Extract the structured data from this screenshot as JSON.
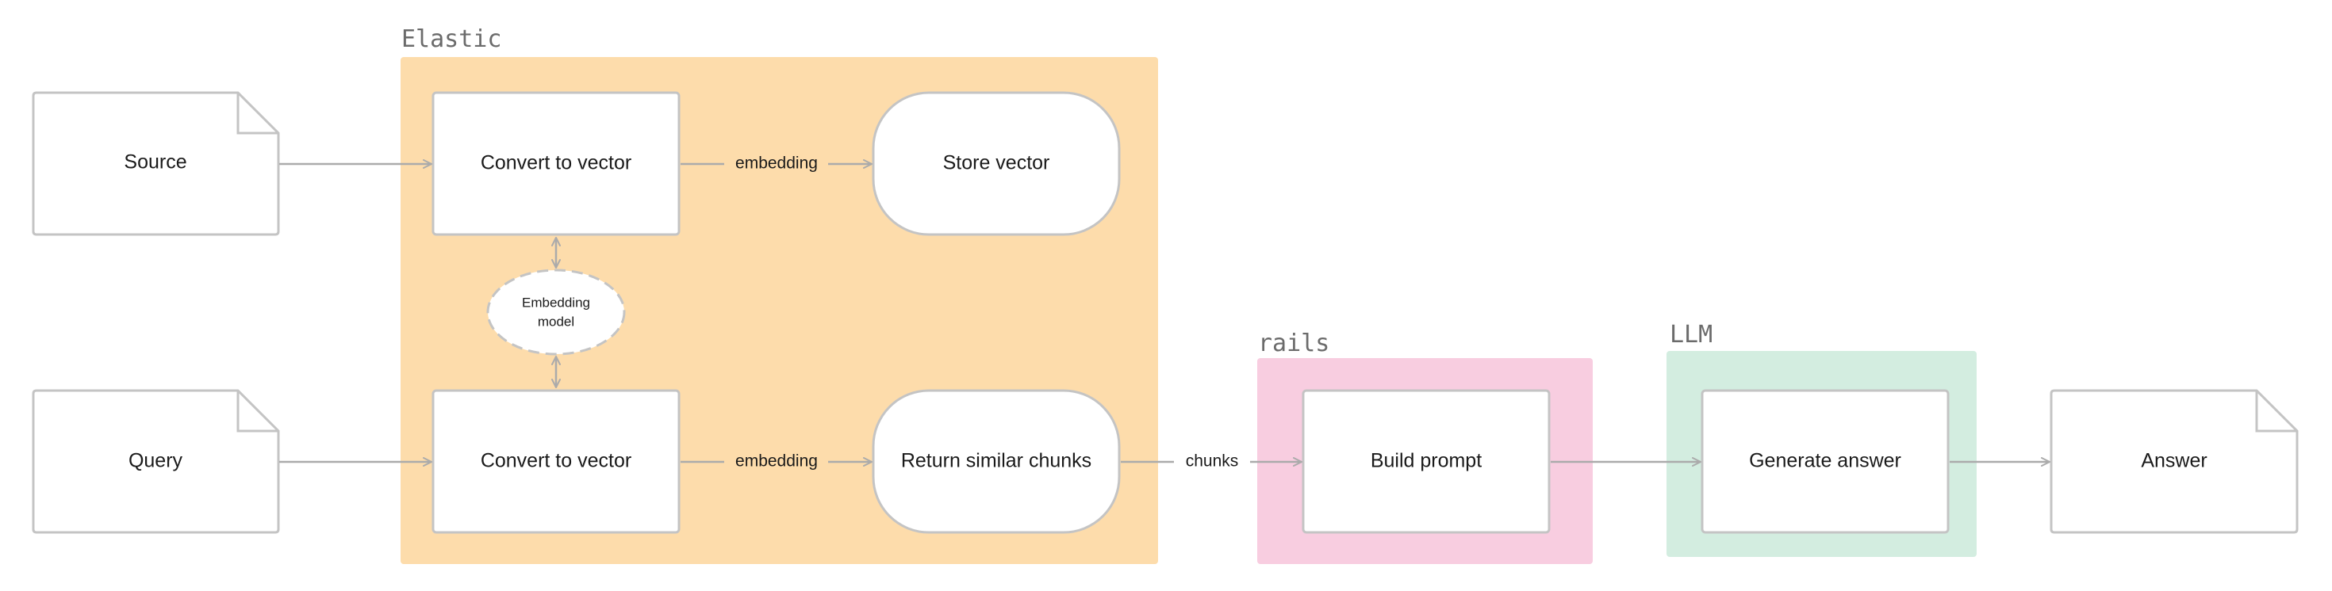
{
  "colors": {
    "elastic": "#fddcab",
    "rails": "#f8cde0",
    "llm": "#d3ede0",
    "stroke": "#c4c4c4",
    "arrow": "#ababab",
    "node_fill": "#ffffff"
  },
  "groups": {
    "elastic": {
      "label": "Elastic"
    },
    "rails": {
      "label": "rails"
    },
    "llm": {
      "label": "LLM"
    }
  },
  "nodes": {
    "source": {
      "label": "Source"
    },
    "query": {
      "label": "Query"
    },
    "convert_top": {
      "label": "Convert to vector"
    },
    "convert_bottom": {
      "label": "Convert to vector"
    },
    "store_vector": {
      "label": "Store vector"
    },
    "return_chunks": {
      "label": "Return similar chunks"
    },
    "embedding_model": {
      "line1": "Embedding",
      "line2": "model"
    },
    "build_prompt": {
      "label": "Build prompt"
    },
    "generate_answer": {
      "label": "Generate answer"
    },
    "answer": {
      "label": "Answer"
    }
  },
  "edges": {
    "embedding_top": {
      "label": "embedding"
    },
    "embedding_bottom": {
      "label": "embedding"
    },
    "chunks": {
      "label": "chunks"
    }
  }
}
